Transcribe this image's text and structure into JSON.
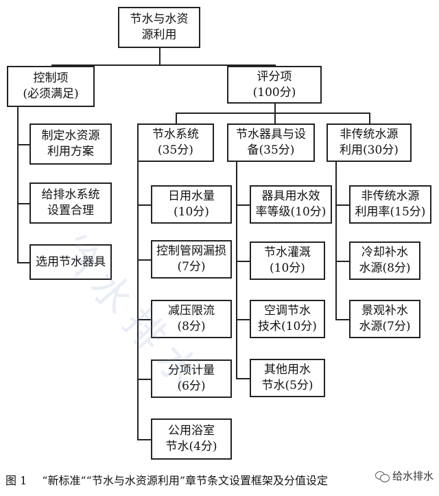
{
  "diagram": {
    "root": "节水与水资\n源利用",
    "control": {
      "title": "控制项\n(必须满足)",
      "items": [
        "制定水资源\n利用方案",
        "给排水系统\n设置合理",
        "选用节水器具"
      ]
    },
    "score": {
      "title": "评分项\n(100分)",
      "groups": [
        {
          "title": "节水系统\n(35分)",
          "items": [
            "日用水量\n(10分)",
            "控制管网漏损\n(7分)",
            "减压限流\n(8分)",
            "分项计量\n(6分)",
            "公用浴室\n节水(4分)"
          ]
        },
        {
          "title": "节水器具与设\n备(35分)",
          "items": [
            "器具用水效\n率等级(10分)",
            "节水灌溉\n(10分)",
            "空调节水\n技术(10分)",
            "其他用水\n节水(5分)"
          ]
        },
        {
          "title": "非传统水源\n利用(30分)",
          "items": [
            "非传统水源\n利用率(15分)",
            "冷却补水\n水源(8分)",
            "景观补水\n水源(7分)"
          ]
        }
      ]
    }
  },
  "caption": {
    "figure_number": "图 1",
    "text": "“新标准”“节水与水资源利用”章节条文设置框架及分值设定"
  },
  "watermark": "给水排水",
  "source_tag": "给水排水"
}
